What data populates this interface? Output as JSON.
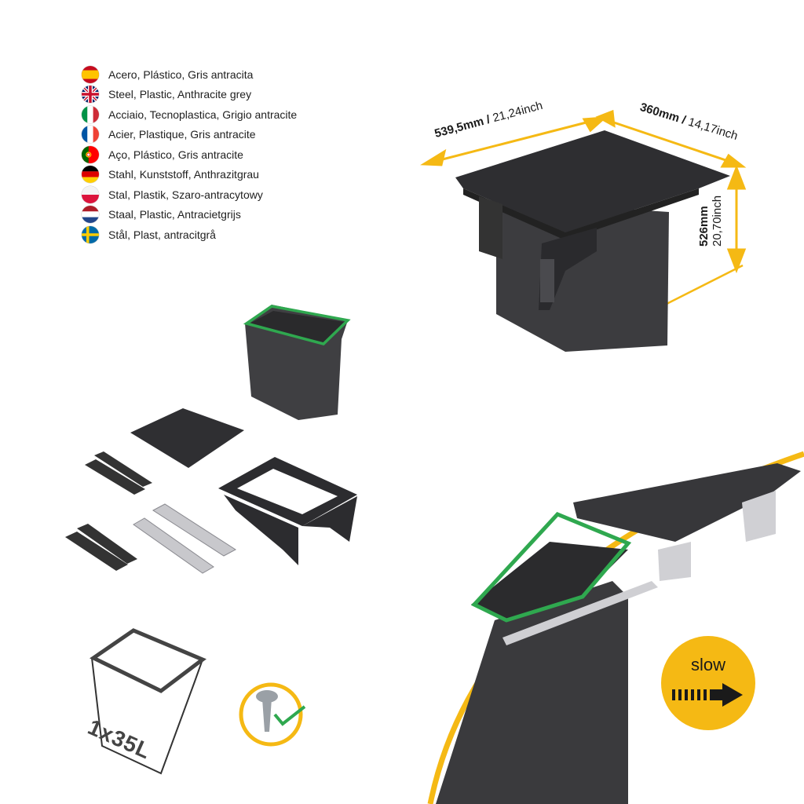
{
  "materials": [
    {
      "flag": "es-flag-icon",
      "text": "Acero, Plástico, Gris antracita"
    },
    {
      "flag": "gb-flag-icon",
      "text": "Steel, Plastic, Anthracite grey"
    },
    {
      "flag": "it-flag-icon",
      "text": "Acciaio, Tecnoplastica, Grigio antracite"
    },
    {
      "flag": "fr-flag-icon",
      "text": "Acier, Plastique, Gris antracite"
    },
    {
      "flag": "pt-flag-icon",
      "text": "Aço, Plástico, Gris antracite"
    },
    {
      "flag": "de-flag-icon",
      "text": "Stahl, Kunststoff, Anthrazitgrau"
    },
    {
      "flag": "pl-flag-icon",
      "text": "Stal, Plastik, Szaro-antracytowy"
    },
    {
      "flag": "nl-flag-icon",
      "text": "Staal, Plastic, Antracietgrijs"
    },
    {
      "flag": "se-flag-icon",
      "text": "Stål, Plast, antracitgrå"
    }
  ],
  "dimensions": {
    "width": {
      "mm": "539,5mm",
      "sep": " / ",
      "inch": "21,24inch"
    },
    "depth": {
      "mm": "360mm",
      "sep": " / ",
      "inch": "14,17inch"
    },
    "height": {
      "mm": "526mm",
      "inch": "20,70inch"
    }
  },
  "capacity_label": "1x35L",
  "slow_label": "slow",
  "colors": {
    "accent": "#f5b914",
    "product": "#3f3f42",
    "rim": "#2fa84f"
  },
  "icons": [
    "screw-icon",
    "checkmark-icon",
    "arrow-right-icon"
  ]
}
